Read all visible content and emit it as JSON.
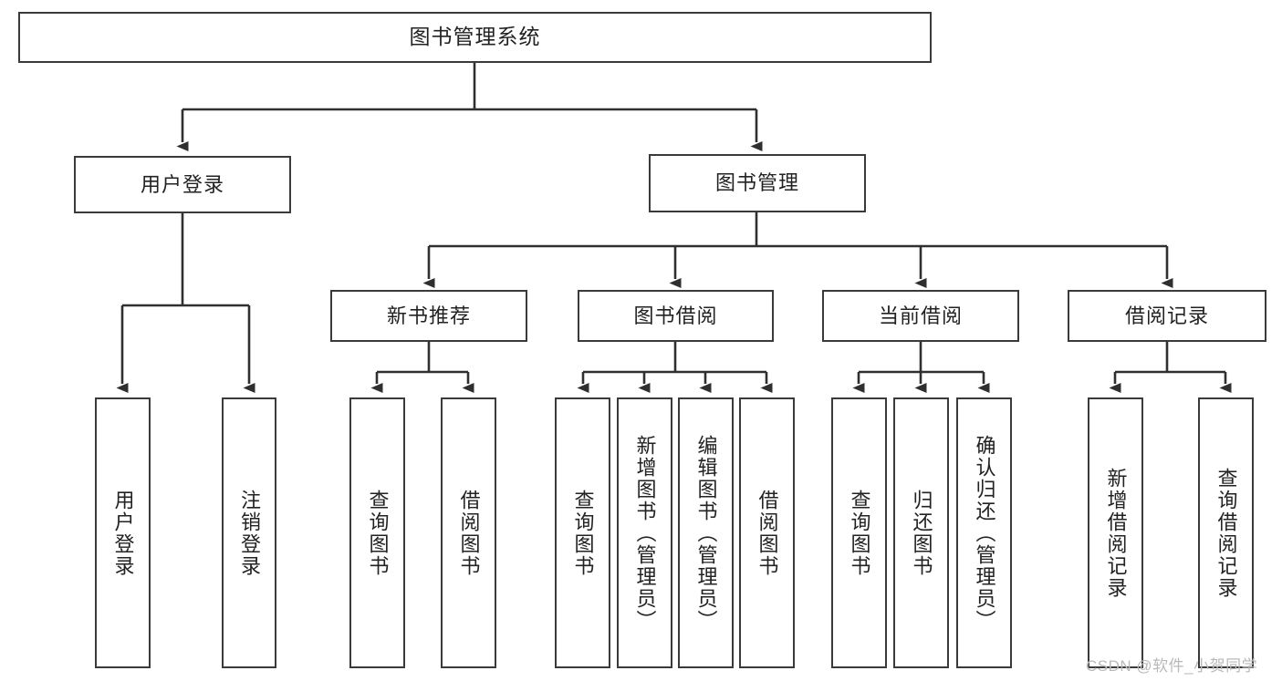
{
  "diagram": {
    "type": "tree-hierarchy",
    "title": "图书管理系统",
    "watermark": "CSDN @软件_小贺同学",
    "colors": {
      "box_border": "#3a3a3a",
      "box_fill": "#ffffff",
      "connector": "#2f2f2f",
      "text": "#222222",
      "watermark": "#b9b9b9",
      "background": "#ffffff"
    },
    "levels": {
      "level1": [
        {
          "id": "root",
          "label": "图书管理系统"
        }
      ],
      "level2": [
        {
          "id": "user-login",
          "label": "用户登录",
          "parent": "root"
        },
        {
          "id": "book-manage",
          "label": "图书管理",
          "parent": "root"
        }
      ],
      "level3": [
        {
          "id": "new-book-rec",
          "label": "新书推荐",
          "parent": "book-manage"
        },
        {
          "id": "book-borrow",
          "label": "图书借阅",
          "parent": "book-manage"
        },
        {
          "id": "current-borrow",
          "label": "当前借阅",
          "parent": "book-manage"
        },
        {
          "id": "borrow-record",
          "label": "借阅记录",
          "parent": "book-manage"
        }
      ],
      "leaves": [
        {
          "id": "leaf-user-login",
          "label": "用户登录",
          "parent": "user-login"
        },
        {
          "id": "leaf-logout",
          "label": "注销登录",
          "parent": "user-login"
        },
        {
          "id": "leaf-query-book-1",
          "label": "查询图书",
          "parent": "new-book-rec"
        },
        {
          "id": "leaf-borrow-book-1",
          "label": "借阅图书",
          "parent": "new-book-rec"
        },
        {
          "id": "leaf-query-book-2",
          "label": "查询图书",
          "parent": "book-borrow"
        },
        {
          "id": "leaf-add-book",
          "label": "新增图书（管理员）",
          "parent": "book-borrow"
        },
        {
          "id": "leaf-edit-book",
          "label": "编辑图书（管理员）",
          "parent": "book-borrow"
        },
        {
          "id": "leaf-borrow-book-2",
          "label": "借阅图书",
          "parent": "book-borrow"
        },
        {
          "id": "leaf-query-book-3",
          "label": "查询图书",
          "parent": "current-borrow"
        },
        {
          "id": "leaf-return-book",
          "label": "归还图书",
          "parent": "current-borrow"
        },
        {
          "id": "leaf-confirm-return",
          "label": "确认归还（管理员）",
          "parent": "current-borrow"
        },
        {
          "id": "leaf-add-record",
          "label": "新增借阅记录",
          "parent": "borrow-record"
        },
        {
          "id": "leaf-query-record",
          "label": "查询借阅记录",
          "parent": "borrow-record"
        }
      ]
    }
  }
}
